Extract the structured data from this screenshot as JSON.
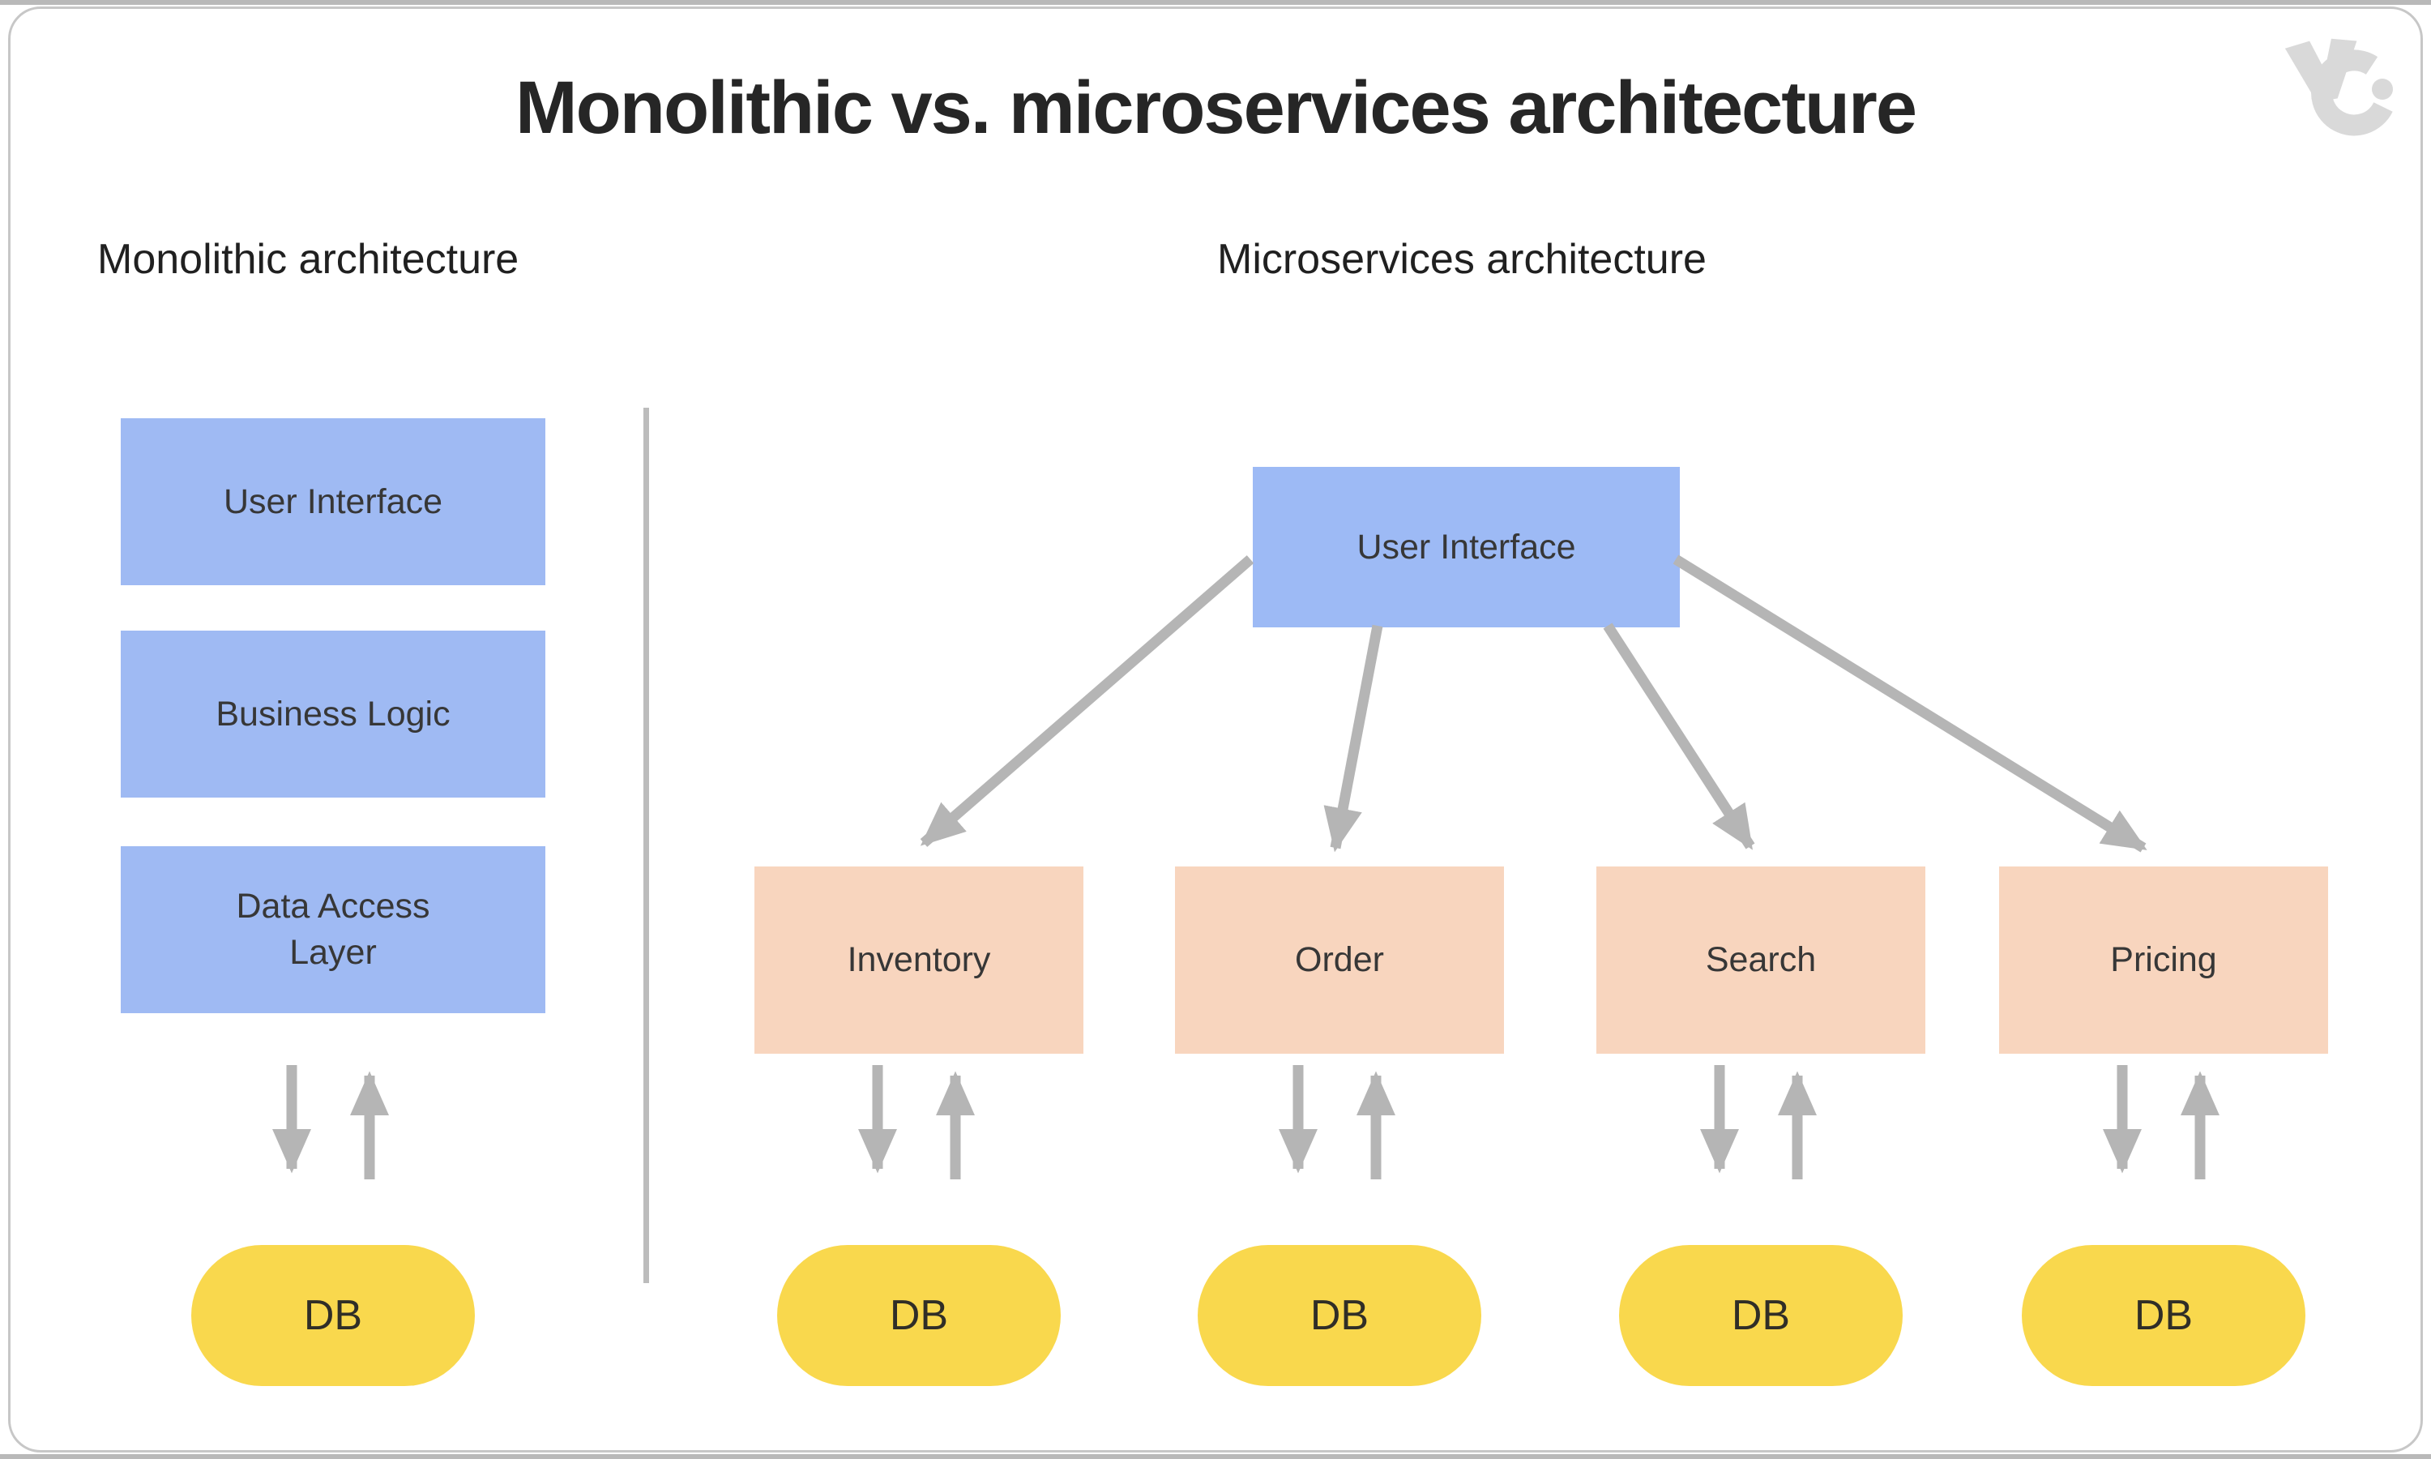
{
  "title": "Monolithic vs. microservices architecture",
  "monolithic": {
    "heading": "Monolithic architecture",
    "layers": [
      "User Interface",
      "Business Logic",
      "Data Access Layer"
    ],
    "db_label": "DB"
  },
  "microservices": {
    "heading": "Microservices architecture",
    "ui_box_label": "User Interface",
    "services": [
      {
        "label": "Inventory",
        "db": "DB"
      },
      {
        "label": "Order",
        "db": "DB"
      },
      {
        "label": "Search",
        "db": "DB"
      },
      {
        "label": "Pricing",
        "db": "DB"
      }
    ]
  },
  "watermark_icon": "vc-logo",
  "colors": {
    "blue_box": "#9FBAF3",
    "peach_box": "#F8D5BE",
    "db_yellow": "#F9D84D",
    "arrow_gray": "#B5B5B5",
    "divider_gray": "#BCBCBC",
    "title_text": "#262626",
    "label_text": "#373737",
    "card_border": "#C7C7C7",
    "watermark_gray": "#D9D9D9"
  }
}
